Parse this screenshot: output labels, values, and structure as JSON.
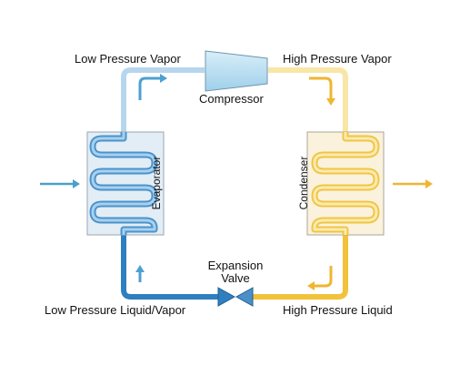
{
  "labels": {
    "low_pressure_vapor": "Low Pressure Vapor",
    "high_pressure_vapor": "High Pressure Vapor",
    "compressor": "Compressor",
    "evaporator": "Evaporator",
    "condenser": "Condenser",
    "expansion_valve_line1": "Expansion",
    "expansion_valve_line2": "Valve",
    "low_pressure_liquid_vapor": "Low Pressure Liquid/Vapor",
    "high_pressure_liquid": "High Pressure Liquid"
  },
  "colors": {
    "cold_pipe": "#3f8fc9",
    "cold_pipe_light": "#a9cdea",
    "hot_pipe": "#f2c23a",
    "hot_pipe_light": "#f7e3a0",
    "evaporator_box": "#dfeaf3",
    "condenser_box": "#fbf3dc",
    "compressor_fill": "#bfe1f1",
    "arrow_in": "#4aa0c9",
    "arrow_out": "#efb632"
  }
}
